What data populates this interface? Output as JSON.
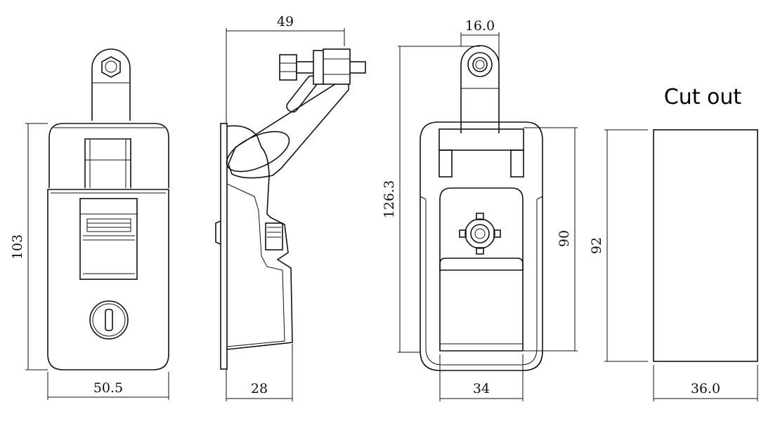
{
  "title": "Cut out",
  "dimensions": {
    "front_height": "103",
    "front_width": "50.5",
    "side_top": "49",
    "side_bottom": "28",
    "back_total_height": "126.3",
    "back_eye_width": "16.0",
    "back_body_height": "90",
    "back_bottom_width": "34",
    "cutout_height": "92",
    "cutout_width": "36.0"
  }
}
